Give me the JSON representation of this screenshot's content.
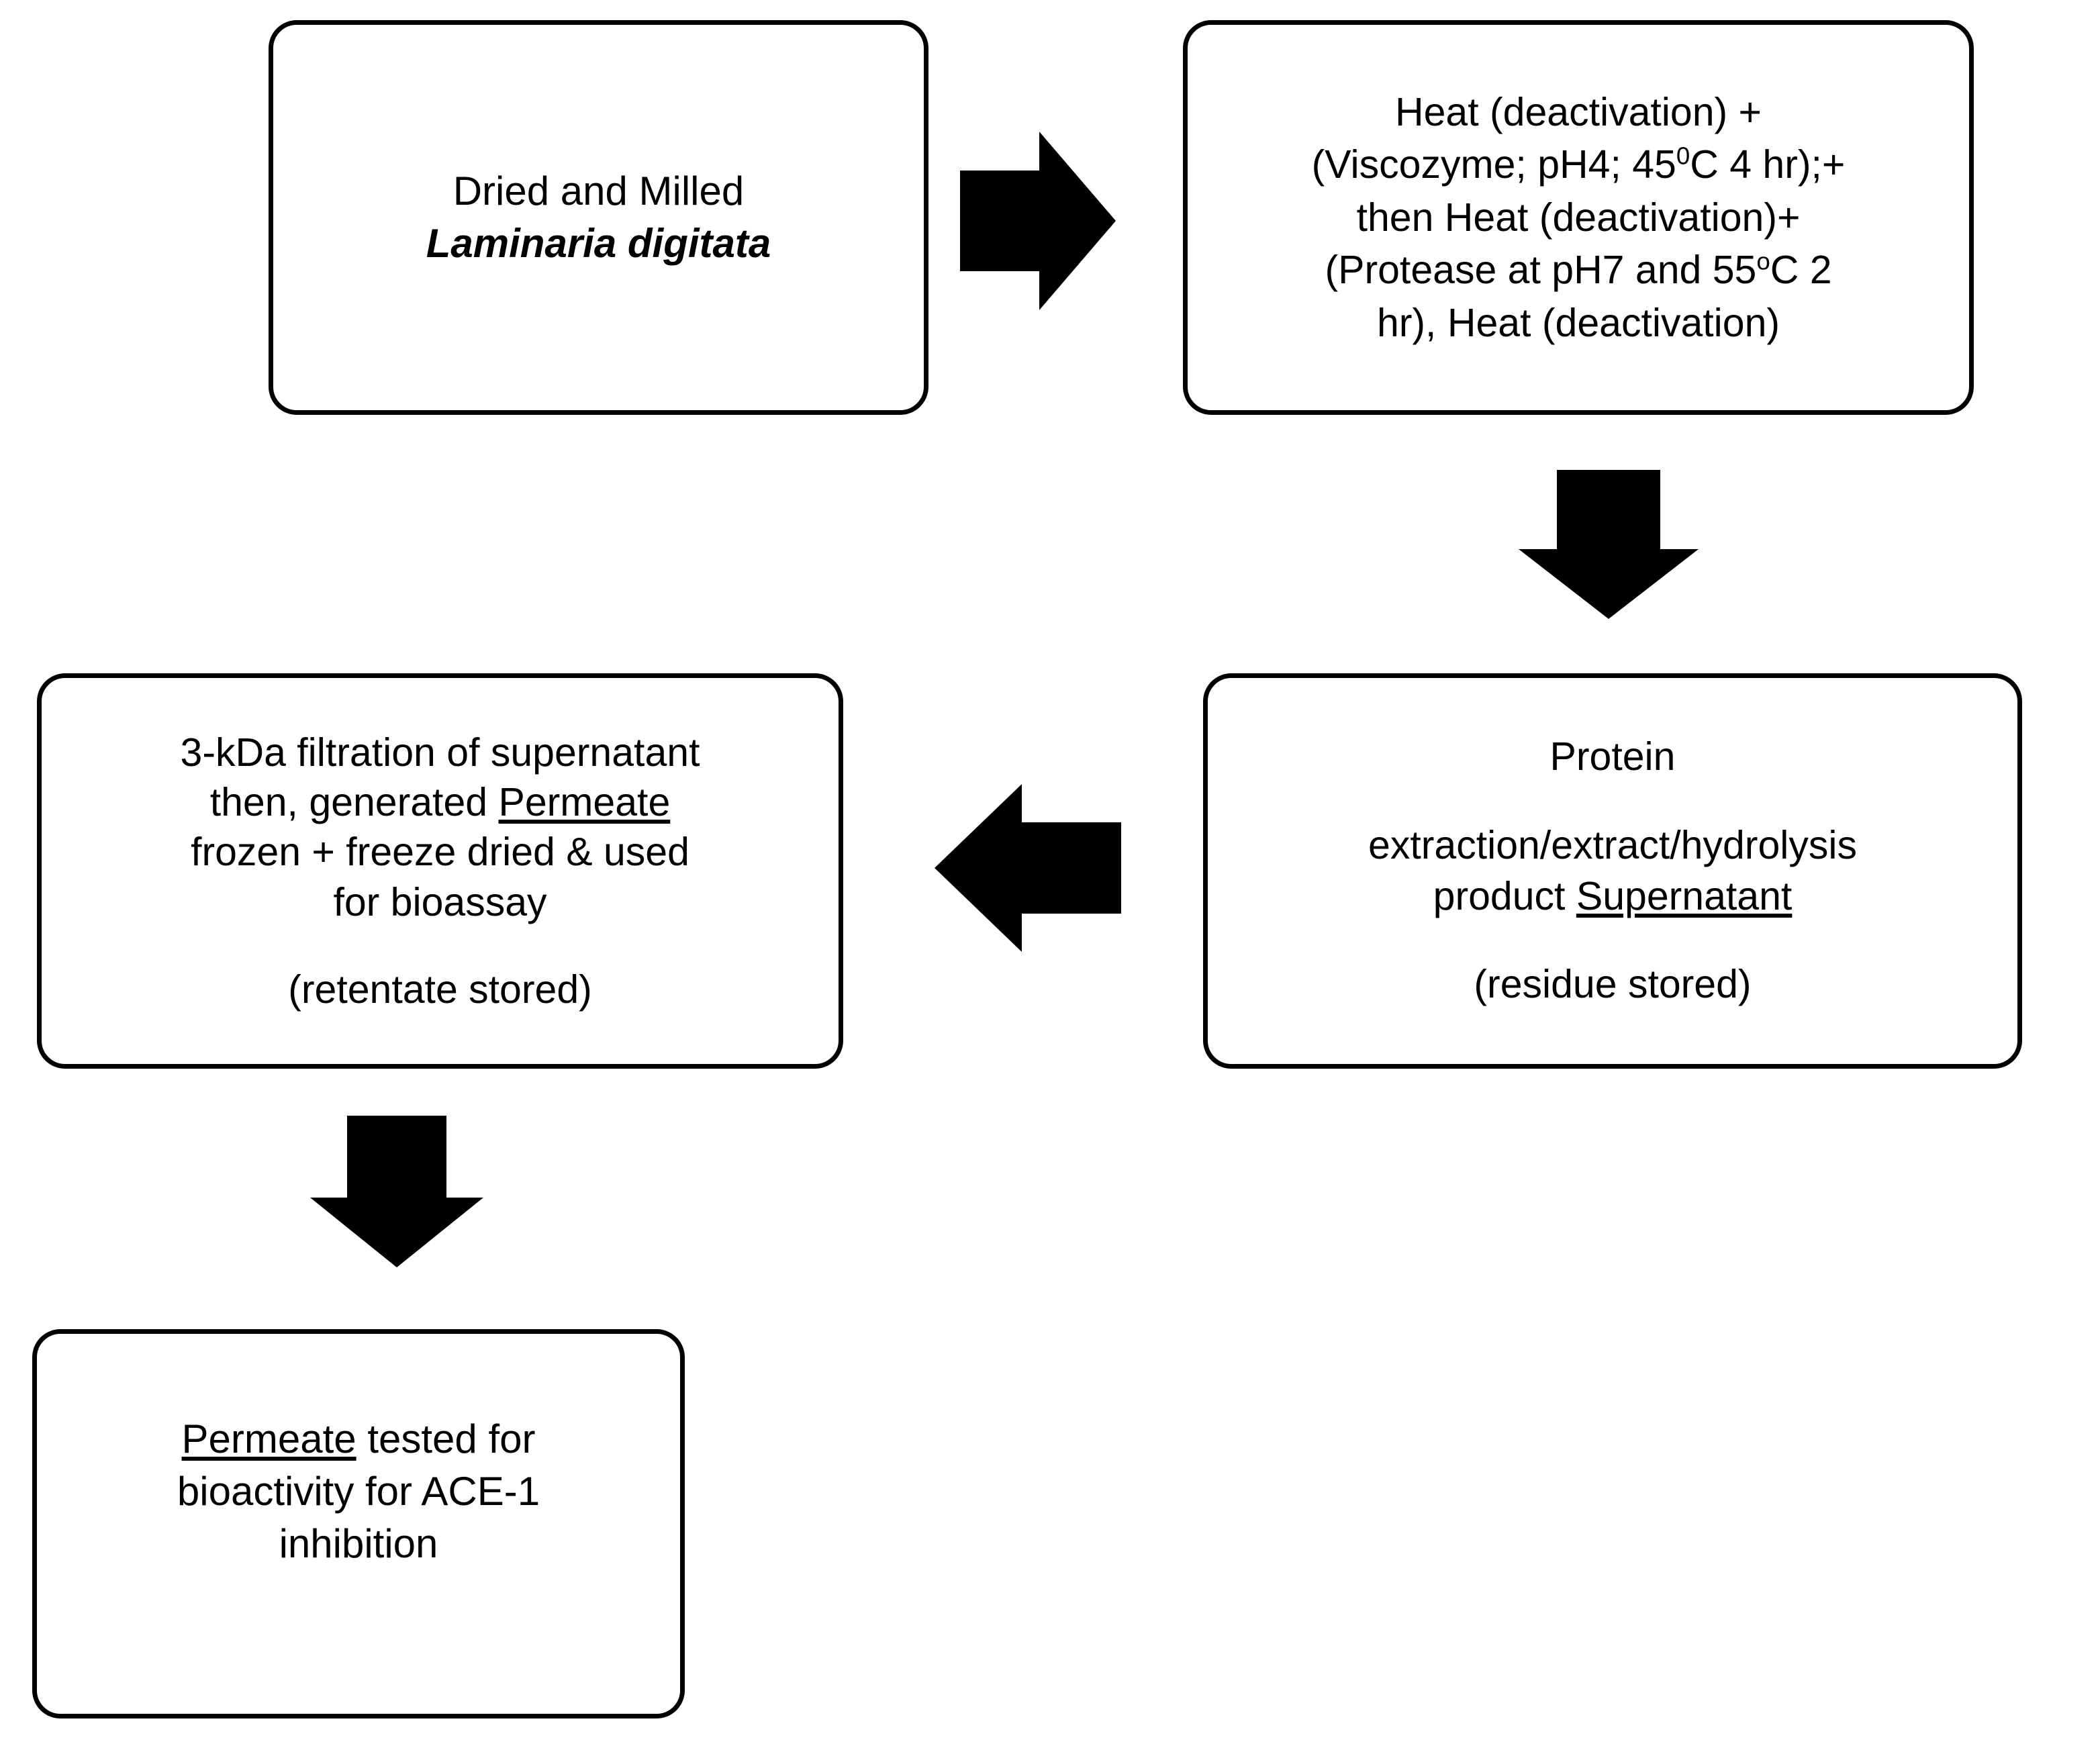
{
  "diagram": {
    "title": "Laminaria digitata protein extraction and ACE-1 bioassay workflow",
    "background_color": "#ffffff",
    "line_color": "#000000",
    "nodes": [
      {
        "id": "source",
        "name": "dried-milled-seaweed",
        "lines": [
          {
            "text": "Dried and Milled",
            "style": "normal"
          },
          {
            "text": "Laminaria digitata",
            "style": "italic"
          }
        ]
      },
      {
        "id": "enzyme",
        "name": "enzymatic-hydrolysis-step",
        "lines": [
          {
            "text": "Heat (deactivation)  +",
            "style": "normal"
          },
          {
            "text": "(Viscozyme; pH4; 45⁰C 4 hr);+",
            "style": "normal"
          },
          {
            "text": "then Heat (deactivation)+",
            "style": "normal"
          },
          {
            "text": "(Protease  at pH7 and 55ᵒC 2",
            "style": "normal"
          },
          {
            "text": "hr), Heat (deactivation)",
            "style": "normal"
          }
        ]
      },
      {
        "id": "supernatant",
        "name": "protein-extraction-supernatant",
        "lines": [
          {
            "text": "Protein",
            "style": "normal"
          },
          {
            "text": "extraction/extract/hydrolysis",
            "style": "normal"
          },
          {
            "text": "product Supernatant",
            "style": "underline-last-word"
          },
          {
            "text": "(residue stored)",
            "style": "normal"
          }
        ]
      },
      {
        "id": "filtration",
        "name": "3-kda-filtration-permeate",
        "lines": [
          {
            "text": "3-kDa filtration of supernatant",
            "style": "normal"
          },
          {
            "text": "then, generated Permeate",
            "style": "underline-last-word"
          },
          {
            "text": "frozen + freeze dried  & used",
            "style": "normal"
          },
          {
            "text": "for bioassay",
            "style": "normal"
          },
          {
            "text": "(retentate stored)",
            "style": "normal"
          }
        ]
      },
      {
        "id": "bioassay",
        "name": "permeate-ace1-bioassay",
        "lines": [
          {
            "text": "Permeate tested for",
            "style": "underline-first-word"
          },
          {
            "text": "bioactivity for ACE-1",
            "style": "normal"
          },
          {
            "text": "inhibition",
            "style": "normal"
          }
        ]
      }
    ],
    "arrows": [
      {
        "id": "a1",
        "name": "arrow-source-to-enzyme",
        "direction": "right",
        "from": "source",
        "to": "enzyme"
      },
      {
        "id": "a2",
        "name": "arrow-enzyme-to-supernatant",
        "direction": "down",
        "from": "enzyme",
        "to": "supernatant"
      },
      {
        "id": "a3",
        "name": "arrow-supernatant-to-filtration",
        "direction": "left",
        "from": "supernatant",
        "to": "filtration"
      },
      {
        "id": "a4",
        "name": "arrow-filtration-to-bioassay",
        "direction": "down",
        "from": "filtration",
        "to": "bioassay"
      }
    ],
    "text": {
      "source_line1": "Dried and Milled",
      "source_line2": "Laminaria digitata",
      "enzyme_line1": "Heat (deactivation)  +",
      "enzyme_line2_a": "(Viscozyme; pH4; 45",
      "enzyme_line2_sup": "0",
      "enzyme_line2_b": "C 4 hr);+",
      "enzyme_line3": "then Heat (deactivation)+",
      "enzyme_line4_a": "(Protease  at pH7 and 55",
      "enzyme_line4_sup": "o",
      "enzyme_line4_b": "C 2",
      "enzyme_line5": "hr), Heat (deactivation)",
      "supernatant_line1": "Protein",
      "supernatant_line2": "extraction/extract/hydrolysis",
      "supernatant_line3_a": "product ",
      "supernatant_line3_u": "Supernatant",
      "supernatant_line4": "(residue stored)",
      "filtration_line1": "3-kDa filtration of supernatant",
      "filtration_line2_a": "then, generated ",
      "filtration_line2_u": "Permeate",
      "filtration_line3": "frozen + freeze dried  & used",
      "filtration_line4": "for bioassay",
      "filtration_line5": "(retentate stored)",
      "bioassay_line1_u": "Permeate",
      "bioassay_line1_b": " tested for",
      "bioassay_line2": "bioactivity for ACE-1",
      "bioassay_line3": "inhibition"
    }
  }
}
